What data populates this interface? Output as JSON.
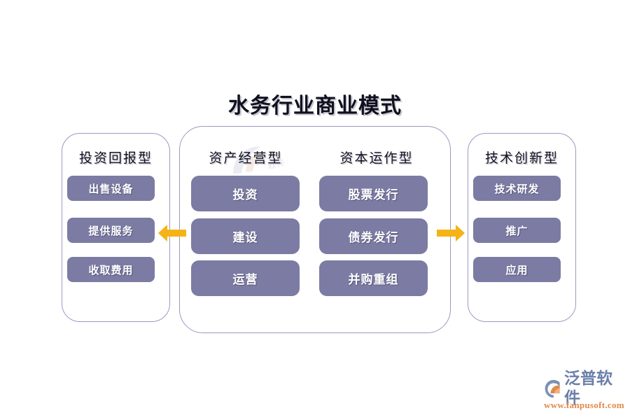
{
  "title": "水务行业商业模式",
  "colors": {
    "pill_fill": "#7b7ba3",
    "panel_border": "#9a9ac2",
    "arrow": "#f5b317",
    "title_text": "#10101e",
    "logo_text": "#6b7fa8",
    "logo_url": "#e08a4a"
  },
  "panels": {
    "left": {
      "header": "投资回报型",
      "items": [
        "出售设备",
        "提供服务",
        "收取费用"
      ]
    },
    "middle": {
      "columns": [
        {
          "header": "资产经营型",
          "items": [
            "投资",
            "建设",
            "运营"
          ]
        },
        {
          "header": "资本运作型",
          "items": [
            "股票发行",
            "债券发行",
            "并购重组"
          ]
        }
      ]
    },
    "right": {
      "header": "技术创新型",
      "items": [
        "技术研发",
        "推广",
        "应用"
      ]
    }
  },
  "arrows": {
    "left": "arrow-left-icon",
    "right": "arrow-right-icon"
  },
  "logo": {
    "brand": "泛普软件",
    "url": "www.fanpusoft.com",
    "mark": "fanpu-logo-icon"
  }
}
